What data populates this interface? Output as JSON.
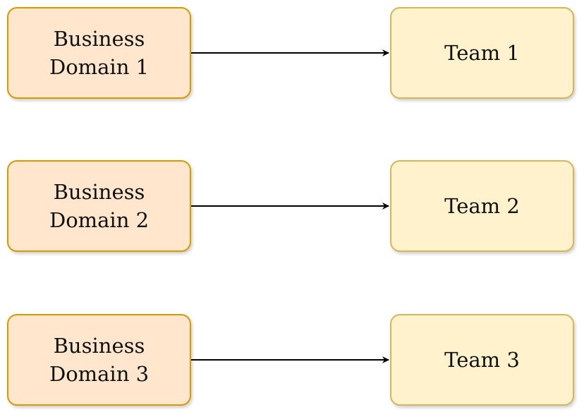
{
  "diagram": {
    "domains": [
      {
        "label": "Business\nDomain 1"
      },
      {
        "label": "Business\nDomain 2"
      },
      {
        "label": "Business\nDomain 3"
      }
    ],
    "teams": [
      {
        "label": "Team 1"
      },
      {
        "label": "Team 2"
      },
      {
        "label": "Team 3"
      }
    ],
    "colors": {
      "domain_fill": "#ffe6cc",
      "domain_border": "#d79b00",
      "team_fill": "#fff2cc",
      "team_border": "#d6b656",
      "arrow": "#000000"
    }
  }
}
